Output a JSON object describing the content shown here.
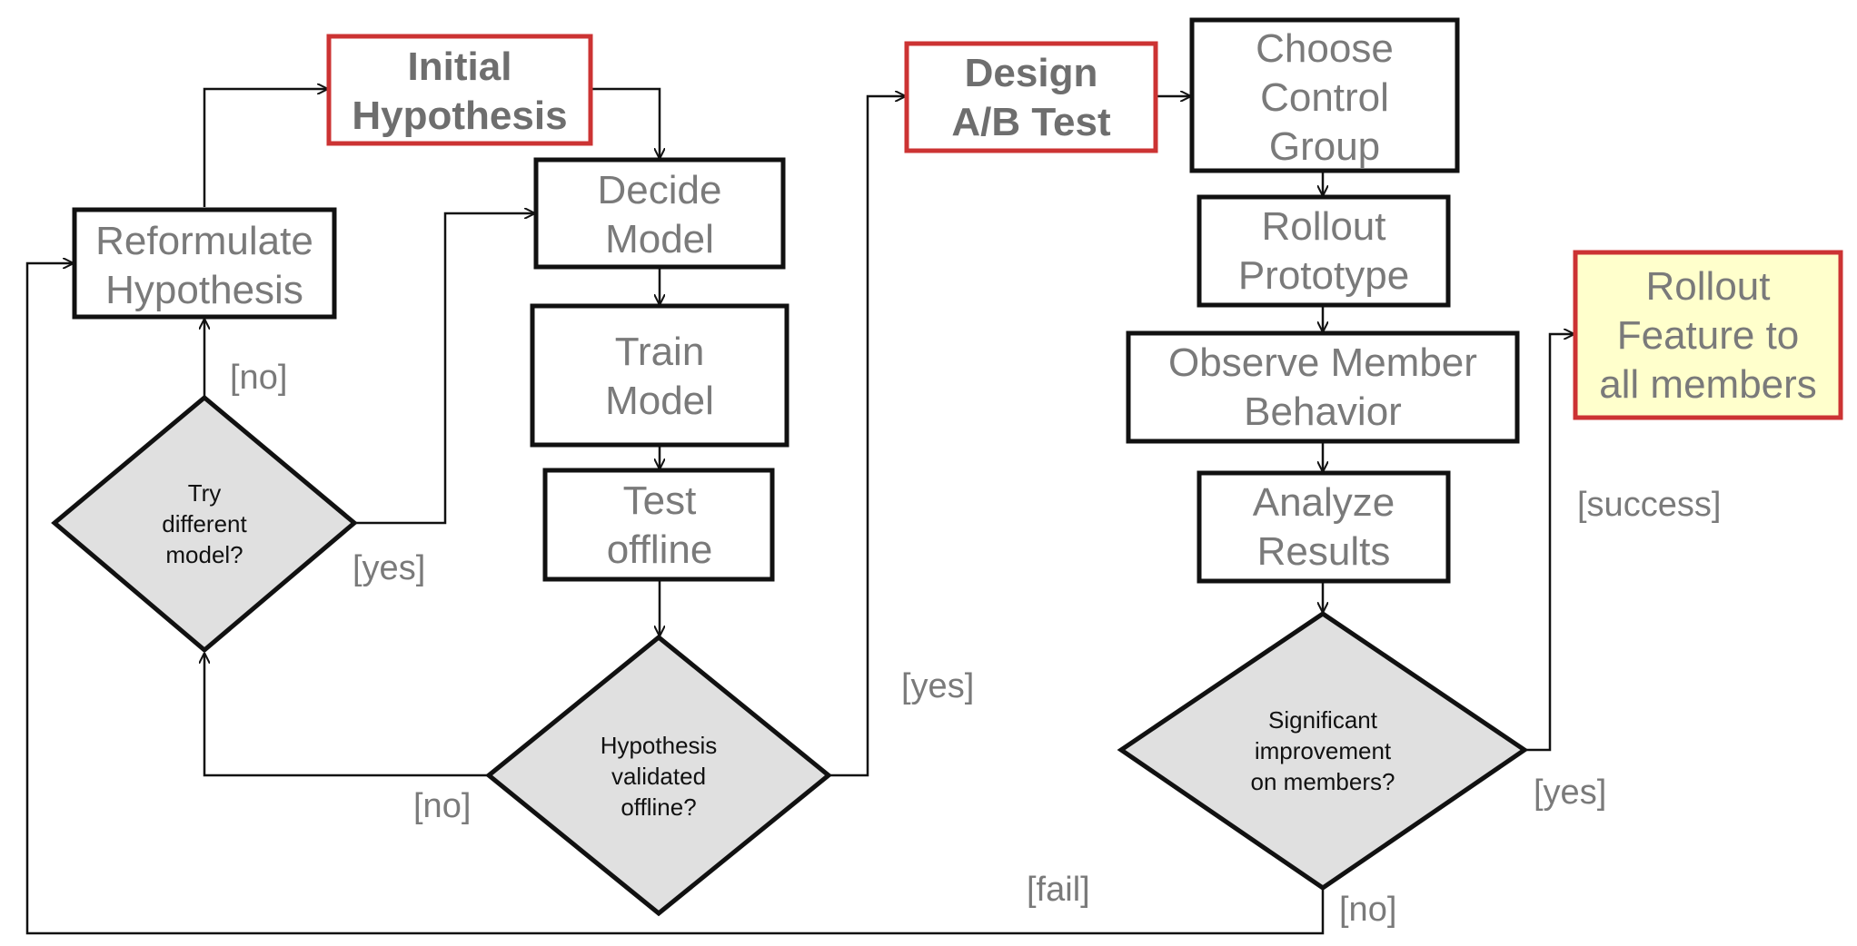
{
  "nodes": {
    "initial_hypothesis": [
      "Initial",
      "Hypothesis"
    ],
    "reformulate_hypothesis": [
      "Reformulate",
      "Hypothesis"
    ],
    "decide_model": [
      "Decide",
      "Model"
    ],
    "train_model": [
      "Train",
      "Model"
    ],
    "test_offline": [
      "Test",
      "offline"
    ],
    "design_ab_test": [
      "Design",
      "A/B Test"
    ],
    "choose_control_group": [
      "Choose",
      "Control",
      "Group"
    ],
    "rollout_prototype": [
      "Rollout",
      "Prototype"
    ],
    "observe_member_behavior": [
      "Observe Member",
      "Behavior"
    ],
    "analyze_results": [
      "Analyze",
      "Results"
    ],
    "rollout_feature": [
      "Rollout",
      "Feature to",
      "all members"
    ]
  },
  "decisions": {
    "try_different_model": [
      "Try",
      "different",
      "model?"
    ],
    "hypothesis_validated": [
      "Hypothesis",
      "validated",
      "offline?"
    ],
    "significant_improvement": [
      "Significant",
      "improvement",
      "on members?"
    ]
  },
  "edge_labels": {
    "try_no": "[no]",
    "try_yes": "[yes]",
    "validated_no": "[no]",
    "validated_yes": "[yes]",
    "significant_yes": "[yes]",
    "significant_no": "[no]",
    "success": "[success]",
    "fail": "[fail]"
  },
  "colors": {
    "highlight_border": "#cc3333",
    "final_fill": "#ffffcc",
    "decision_fill": "#e0e0e0",
    "text_gray": "#7a7a7a",
    "line": "#111111"
  }
}
